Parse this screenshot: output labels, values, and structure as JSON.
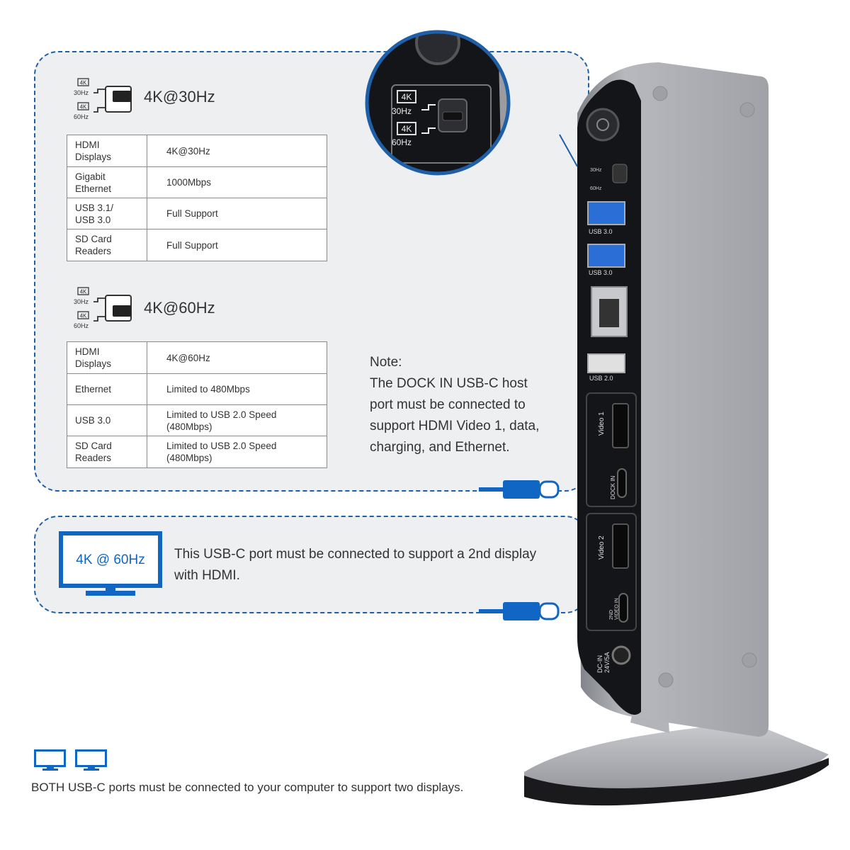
{
  "switch_icon_labels": {
    "top": "4K",
    "top_rate": "30Hz",
    "bottom": "4K",
    "bottom_rate": "60Hz"
  },
  "mode_30": {
    "title": "4K@30Hz",
    "rows": [
      {
        "label": "HDMI\nDisplays",
        "value": "4K@30Hz"
      },
      {
        "label": "Gigabit\nEthernet",
        "value": "1000Mbps"
      },
      {
        "label": "USB 3.1/\nUSB 3.0",
        "value": "Full Support"
      },
      {
        "label": "SD Card\nReaders",
        "value": "Full Support"
      }
    ]
  },
  "mode_60": {
    "title": "4K@60Hz",
    "rows": [
      {
        "label": "HDMI\nDisplays",
        "value": "4K@60Hz"
      },
      {
        "label": "Ethernet",
        "value": "Limited to 480Mbps"
      },
      {
        "label": "USB 3.0",
        "value": "Limited to USB 2.0 Speed\n(480Mbps)"
      },
      {
        "label": "SD Card\nReaders",
        "value": "Limited to USB 2.0 Speed\n(480Mbps)"
      }
    ]
  },
  "note": {
    "heading": "Note:",
    "lines": [
      "The DOCK IN USB-C host",
      "port must be connected to",
      "support HDMI Video 1, data,",
      "charging, and Ethernet."
    ]
  },
  "second_display": {
    "monitor_label": "4K @ 60Hz",
    "lines": [
      "This USB-C port must be connected to support a 2nd display",
      "with HDMI."
    ]
  },
  "bottom_note": "BOTH USB-C ports must be connected to your computer to support two displays.",
  "dock_labels": {
    "usb_a_1": "USB 3.0",
    "usb_a_2": "USB 3.0",
    "usb_2": "USB 2.0",
    "video1": "Video 1",
    "dock_in": "DOCK IN",
    "video2": "Video 2",
    "video_in_2nd": "2ND\nVIDEO IN",
    "dc_in": "DC-IN\n24V/5A",
    "switch_30": "30Hz",
    "switch_60": "60Hz"
  },
  "colors": {
    "accent_blue": "#1166c4",
    "dashed_border": "#1f5fa8",
    "panel_bg": "#eeeff1",
    "dock_body": "#a3a5ab",
    "dock_face": "#141518"
  },
  "icons": [
    "mode-switch-icon",
    "monitor-icon",
    "usb-c-cable-icon",
    "dual-monitor-icon"
  ]
}
